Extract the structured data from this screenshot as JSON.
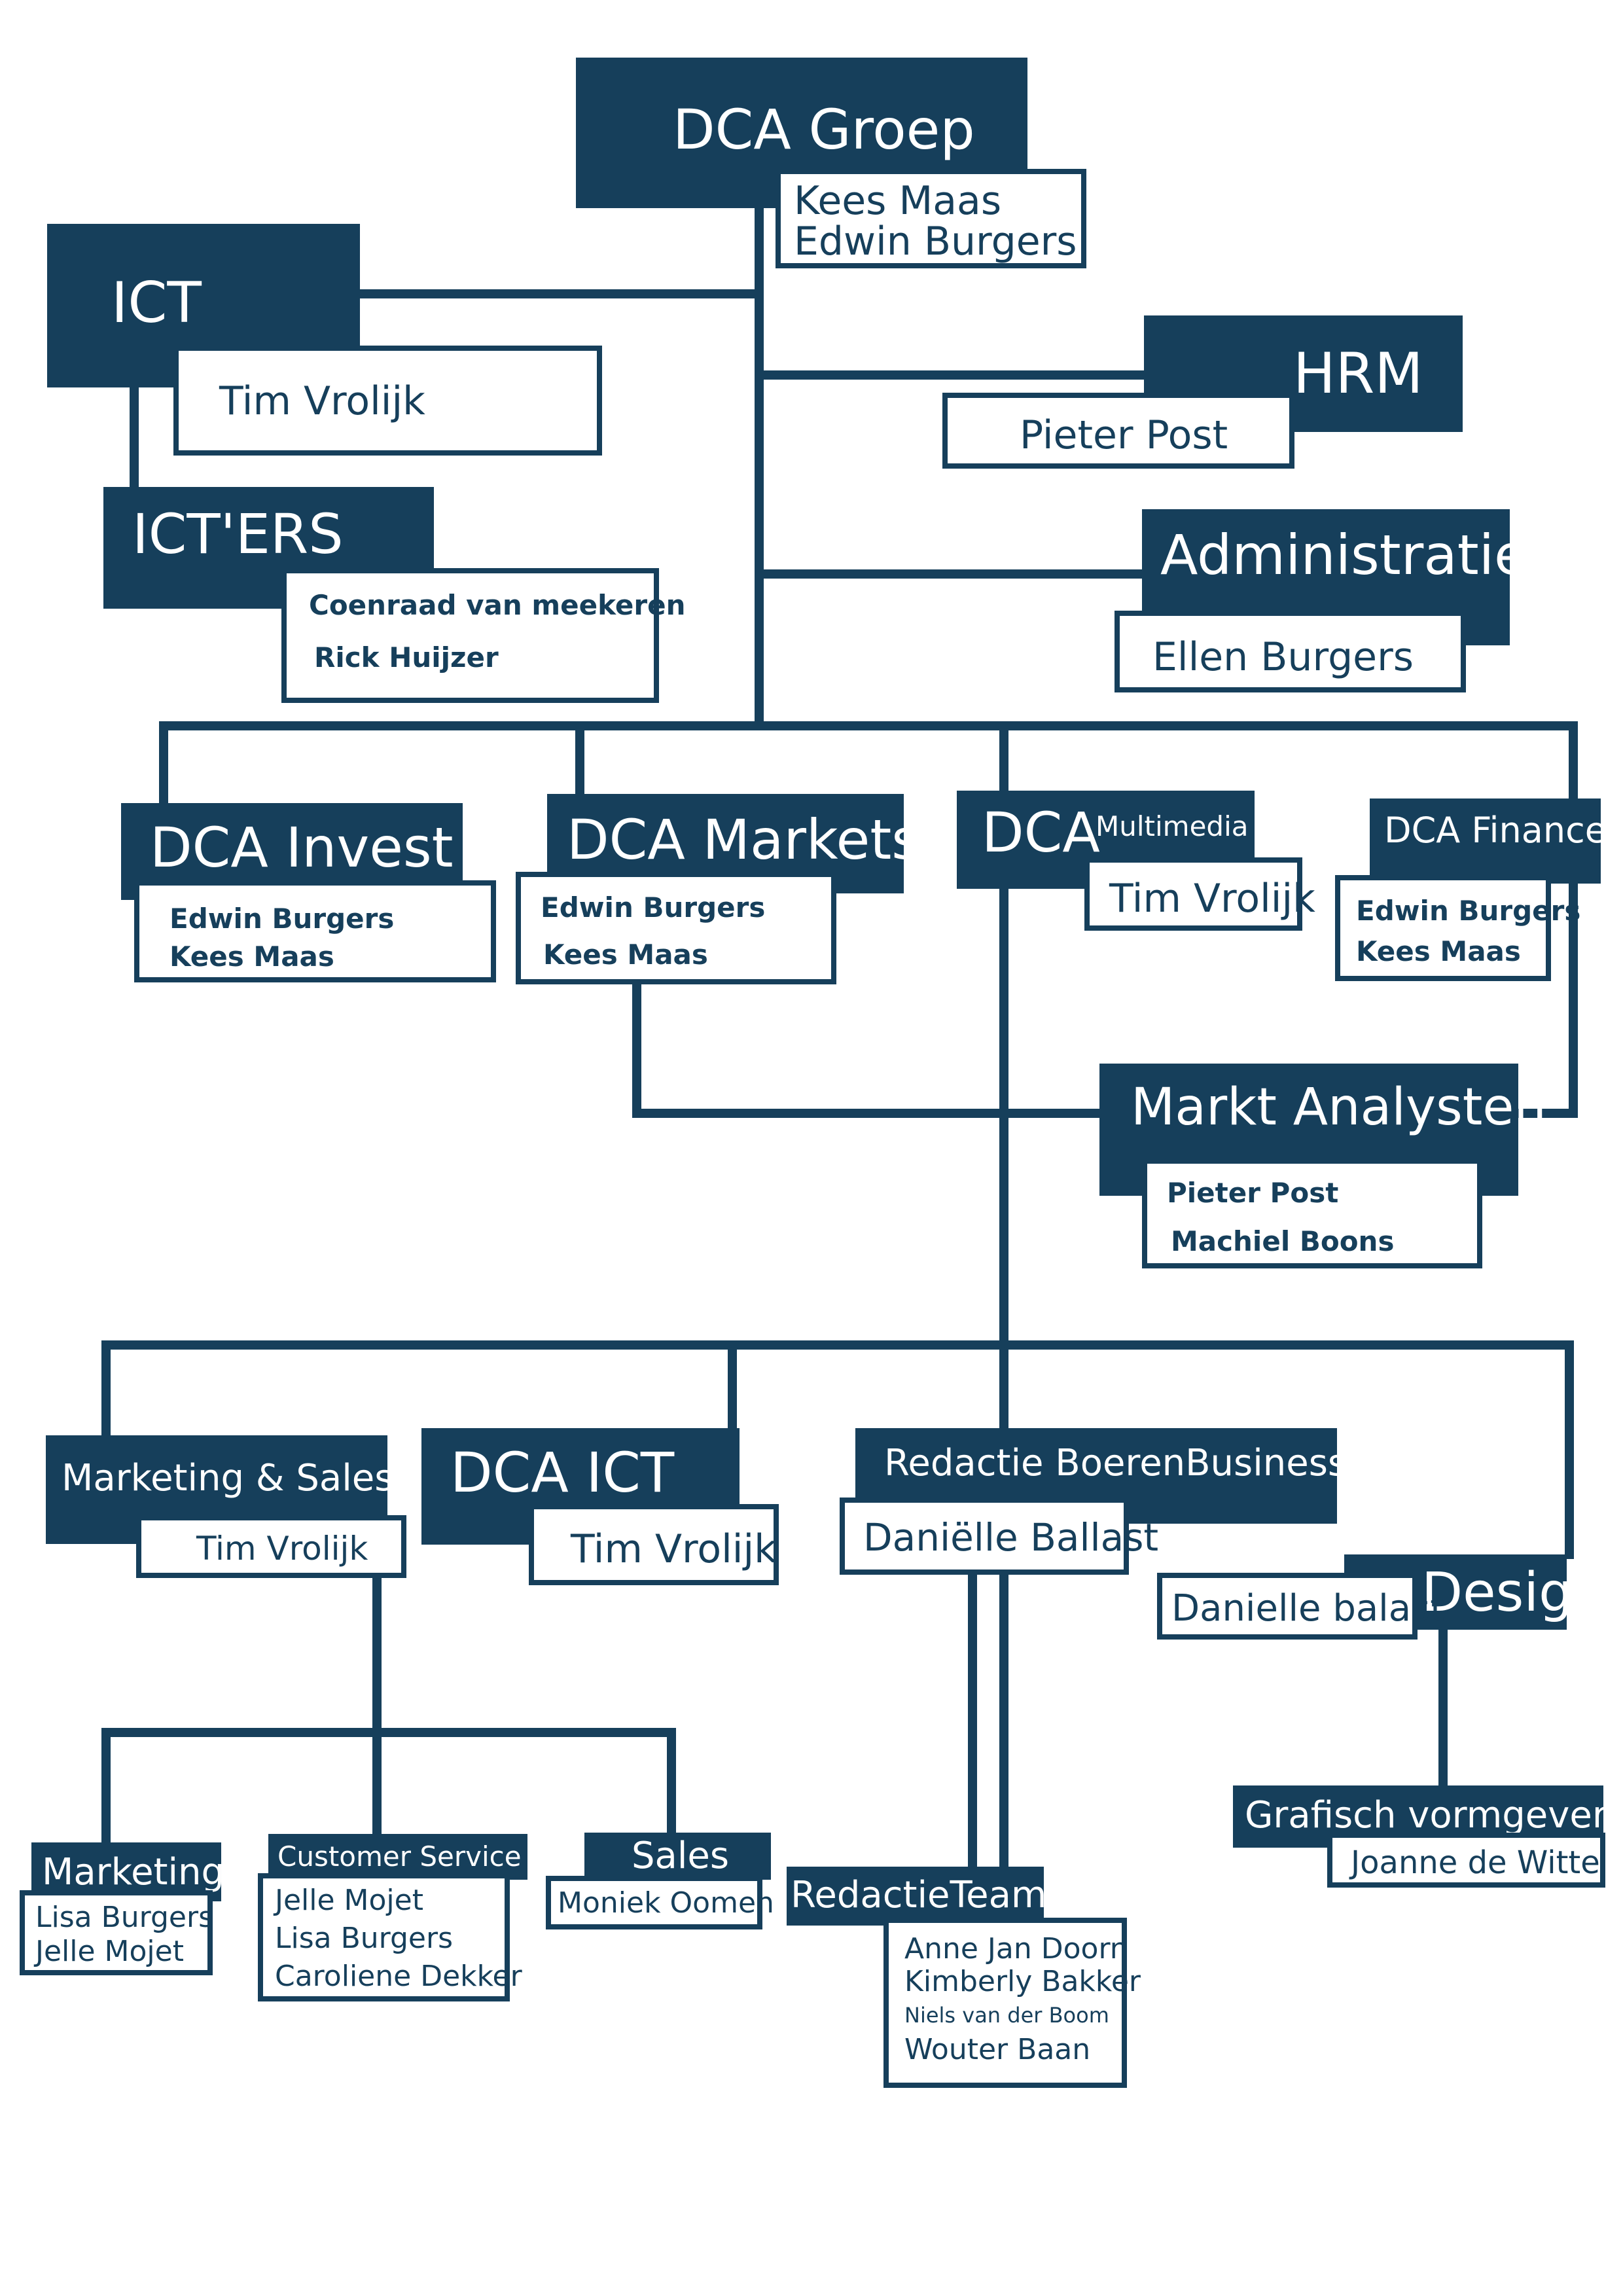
{
  "colors": {
    "primary": "#163f5b",
    "background": "#ffffff"
  },
  "units": {
    "dca_groep": {
      "title": "DCA Groep",
      "members": [
        "Kees Maas",
        "Edwin Burgers"
      ]
    },
    "ict": {
      "title": "ICT",
      "members": [
        "Tim Vrolijk"
      ]
    },
    "icters": {
      "title": "ICT'ERS",
      "members": [
        "Coenraad van meekeren",
        "Rick Huijzer"
      ]
    },
    "hrm": {
      "title": "HRM",
      "members": [
        "Pieter Post"
      ]
    },
    "administratie": {
      "title": "Administratie",
      "members": [
        "Ellen Burgers"
      ]
    },
    "dca_invest": {
      "title": "DCA Invest",
      "members": [
        "Edwin Burgers",
        "Kees Maas"
      ]
    },
    "dca_markets": {
      "title": "DCA Markets",
      "members": [
        "Edwin Burgers",
        "Kees Maas"
      ]
    },
    "dca_multimedia": {
      "title": "DCA",
      "subtitle": "Multimedia",
      "members": [
        "Tim Vrolijk"
      ]
    },
    "dca_finance": {
      "title": "DCA Finance",
      "members": [
        "Edwin Burgers",
        "Kees Maas"
      ]
    },
    "markt_analysten": {
      "title": "Markt Analysten",
      "members": [
        "Pieter Post",
        "Machiel Boons"
      ]
    },
    "marketing_sales": {
      "title": "Marketing & Sales",
      "members": [
        "Tim Vrolijk"
      ]
    },
    "dca_ict": {
      "title": "DCA ICT",
      "members": [
        "Tim Vrolijk"
      ]
    },
    "redactie": {
      "title": "Redactie BoerenBusiness",
      "members": [
        "Daniëlle Ballast"
      ]
    },
    "design": {
      "title": "Design",
      "members": [
        "Danielle balast"
      ]
    },
    "marketing": {
      "title": "Marketing",
      "members": [
        "Lisa Burgers",
        "Jelle Mojet"
      ]
    },
    "customer_service": {
      "title": "Customer Service",
      "members": [
        "Jelle Mojet",
        "Lisa Burgers",
        "Caroliene Dekker"
      ]
    },
    "sales": {
      "title": "Sales",
      "members": [
        "Moniek Oomen"
      ]
    },
    "redactieteam": {
      "title": "RedactieTeam",
      "members": [
        "Anne Jan Doorn",
        "Kimberly Bakker",
        "Niels van der Boom",
        "Wouter Baan"
      ]
    },
    "grafisch": {
      "title": "Grafisch vormgever",
      "members": [
        "Joanne de Witte"
      ]
    }
  }
}
